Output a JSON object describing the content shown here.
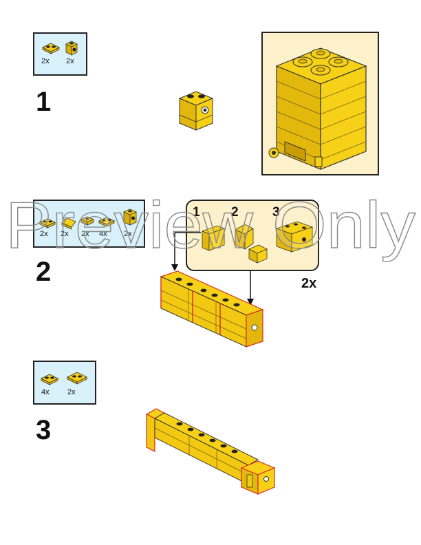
{
  "watermark": "Preview Only",
  "steps": [
    {
      "number": "1",
      "parts": [
        {
          "qty": "2x",
          "icon": "plate-1x2-icon"
        },
        {
          "qty": "2x",
          "icon": "brick-1x1-stud-side-icon"
        }
      ]
    },
    {
      "number": "2",
      "parts": [
        {
          "qty": "2x"
        },
        {
          "qty": "2x"
        },
        {
          "qty": "2x"
        },
        {
          "qty": "4x"
        },
        {
          "qty": "2x"
        }
      ],
      "callout": {
        "substeps": [
          "1",
          "2",
          "3"
        ],
        "multiplier": "2x"
      }
    },
    {
      "number": "3",
      "parts": [
        {
          "qty": "4x",
          "icon": "plate-1x2-icon"
        },
        {
          "qty": "2x",
          "icon": "tile-2x2-corner-icon"
        }
      ]
    }
  ],
  "colors": {
    "brick": "#f7d117",
    "brick_shadow": "#d9ae0a",
    "outline_red": "#d62b1f",
    "parts_bg": "#d8f1fb",
    "callout_bg": "#fdf1cc"
  }
}
